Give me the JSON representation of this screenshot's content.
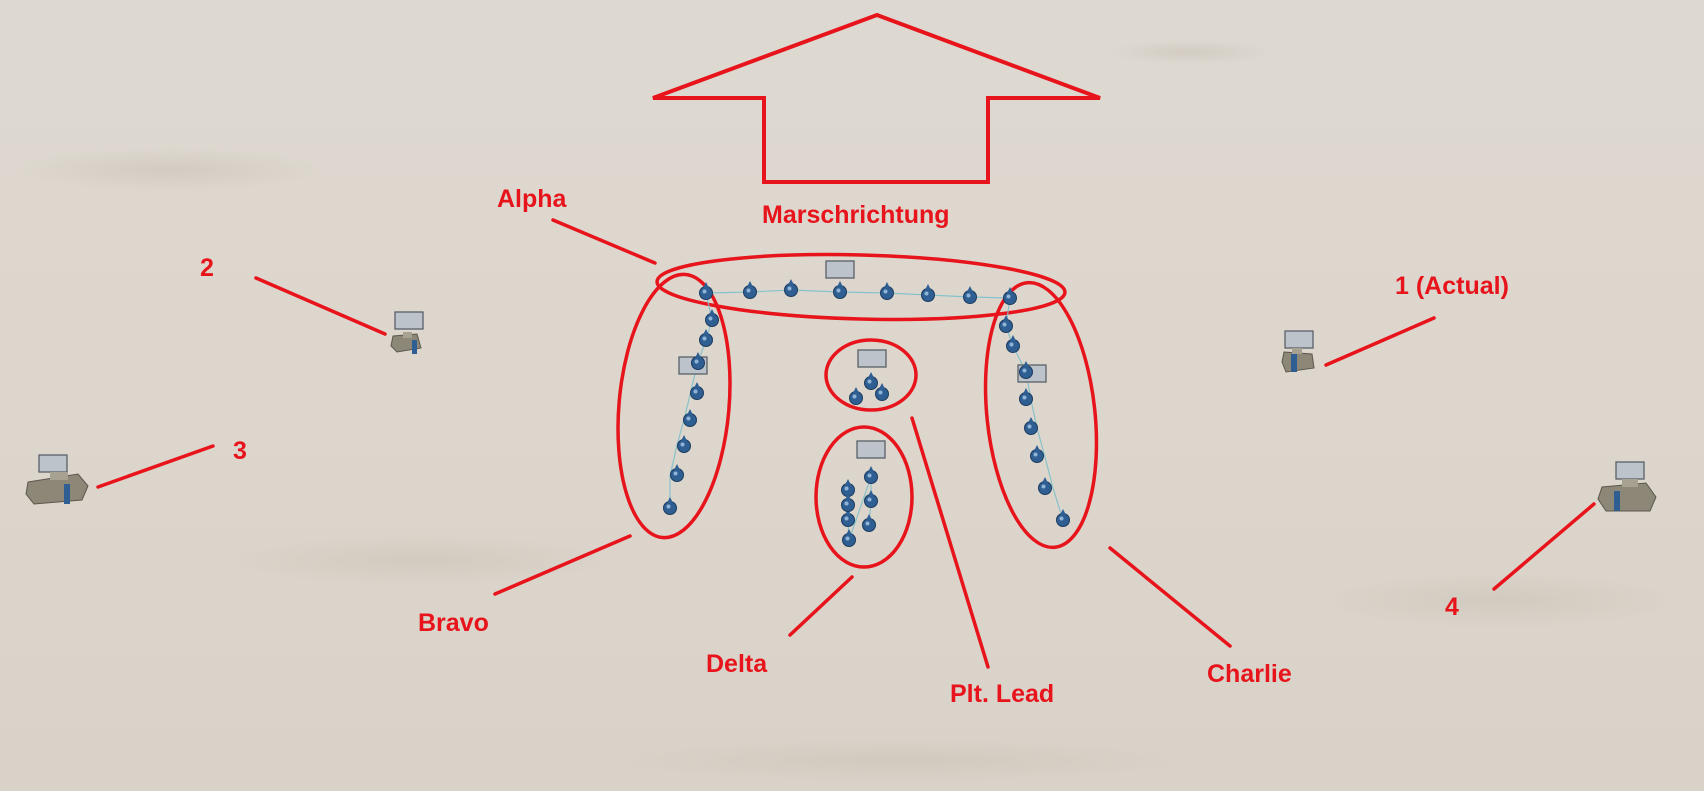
{
  "scene": {
    "ground_color": "#ddd6cd",
    "annotation_color": "#e8141c",
    "unit_color": "#2f5f92",
    "vehicle_color": "#8d8778"
  },
  "labels": {
    "direction": "Marschrichtung",
    "alpha": "Alpha",
    "bravo": "Bravo",
    "charlie": "Charlie",
    "delta": "Delta",
    "platoon_lead": "Plt. Lead",
    "vehicle_1": "1 (Actual)",
    "vehicle_2": "2",
    "vehicle_3": "3",
    "vehicle_4": "4"
  },
  "squads": [
    {
      "name": "alpha",
      "soldiers": 8
    },
    {
      "name": "bravo",
      "soldiers": 8
    },
    {
      "name": "charlie",
      "soldiers": 8
    },
    {
      "name": "delta",
      "soldiers": 7
    },
    {
      "name": "platoon-lead",
      "soldiers": 3
    }
  ],
  "vehicles": [
    "vehicle-1",
    "vehicle-2",
    "vehicle-3",
    "vehicle-4"
  ]
}
